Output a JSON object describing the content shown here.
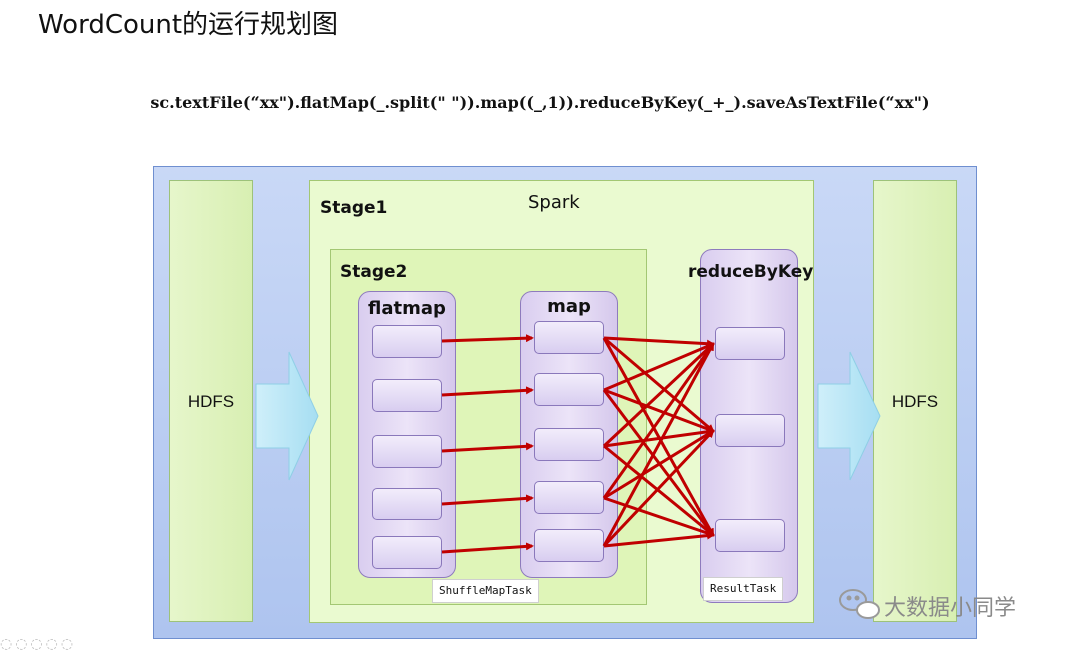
{
  "title": "WordCount的运行规划图",
  "code": "sc.textFile(“xx\").flatMap(_.split(\" \")).map((_,1)).reduceByKey(_+_).saveAsTextFile(“xx\")",
  "diagram": {
    "hdfs_left": "HDFS",
    "hdfs_right": "HDFS",
    "spark": "Spark",
    "stage1": "Stage1",
    "stage2": "Stage2",
    "flatmap": "flatmap",
    "map": "map",
    "reduce": "reduceByKey",
    "shuffle_task": "ShuffleMapTask",
    "result_task": "ResultTask"
  },
  "colors": {
    "arrow": "#c00000",
    "hdfs_arrow": "#b7e6f5"
  },
  "watermark": {
    "text": "大数据小同学",
    "icon": "wechat-icon"
  },
  "corner_icons": "◌◌◌◌◌"
}
